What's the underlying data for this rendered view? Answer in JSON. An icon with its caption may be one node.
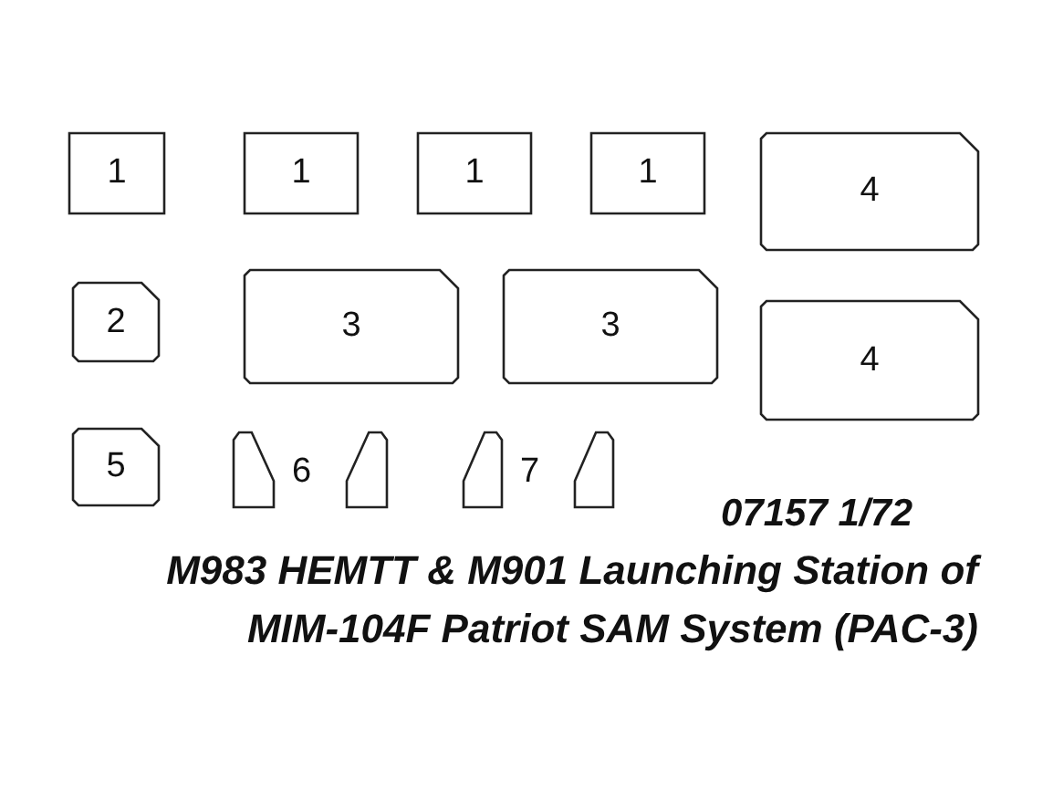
{
  "diagram": {
    "title": "M983 HEMTT & M901 Launching Station of MIM-104F Patriot SAM System (PAC-3)",
    "nodes": [
      {
        "text": [
          "1"
        ]
      },
      {
        "text": [
          "1"
        ]
      },
      {
        "text": [
          "1"
        ]
      },
      {
        "text": [
          "1"
        ]
      },
      {
        "text": [
          "4"
        ]
      },
      {
        "text": [
          "2"
        ]
      },
      {
        "text": [
          "3"
        ]
      },
      {
        "text": [
          "3"
        ]
      },
      {
        "text": [
          "4"
        ]
      },
      {
        "text": [
          "5"
        ]
      },
      {
        "text": [],
        "shape": "box"
      },
      {
        "text": [],
        "shape": "box"
      },
      {
        "text": [],
        "shape": "box"
      },
      {
        "text": [],
        "shape": "box"
      }
    ],
    "labels": [
      "6",
      "7",
      "07157 1/72"
    ]
  }
}
